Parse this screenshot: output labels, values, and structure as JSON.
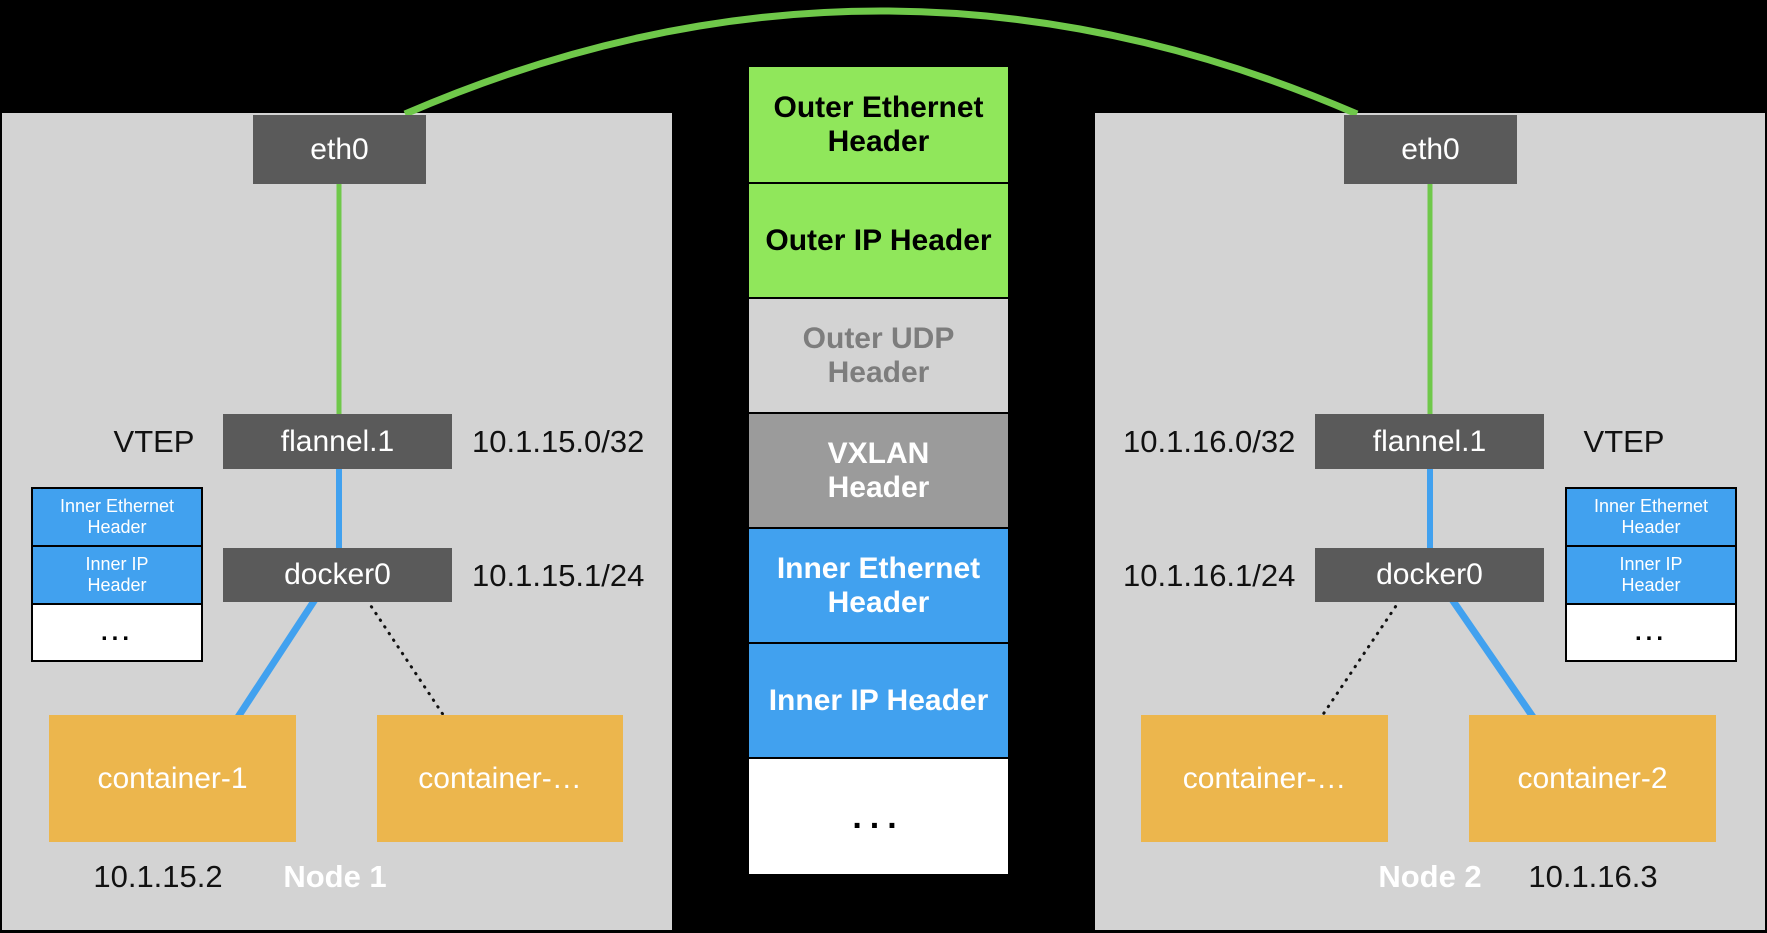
{
  "colors": {
    "background": "#000000",
    "node_background": "#d3d3d3",
    "device_box_gray": "#5a5a5a",
    "packet_green": "#90e75b",
    "link_green": "#6fc84a",
    "packet_blue": "#41a1ef",
    "link_blue": "#41a1ef",
    "container_orange": "#ecb64d",
    "vxlan_gray": "#9b9b9b",
    "udp_text_gray": "#7d7d7d"
  },
  "packet_stack": {
    "segments": [
      {
        "label": "Outer Ethernet Header",
        "color": "green"
      },
      {
        "label": "Outer IP Header",
        "color": "green"
      },
      {
        "label": "Outer UDP Header",
        "color": "light-gray"
      },
      {
        "label": "VXLAN Header",
        "color": "gray"
      },
      {
        "label": "Inner Ethernet Header",
        "color": "blue"
      },
      {
        "label": "Inner IP Header",
        "color": "blue"
      },
      {
        "label": "...",
        "color": "white"
      }
    ]
  },
  "node1": {
    "label": "Node 1",
    "eth_label": "eth0",
    "vtep_label": "VTEP",
    "flannel_label": "flannel.1",
    "flannel_ip": "10.1.15.0/32",
    "docker_label": "docker0",
    "docker_ip": "10.1.15.1/24",
    "inner_stack": {
      "rows": [
        "Inner Ethernet Header",
        "Inner IP Header",
        "..."
      ]
    },
    "container_a": "container-1",
    "container_b": "container-…",
    "container_ip": "10.1.15.2"
  },
  "node2": {
    "label": "Node 2",
    "eth_label": "eth0",
    "vtep_label": "VTEP",
    "flannel_label": "flannel.1",
    "flannel_ip": "10.1.16.0/32",
    "docker_label": "docker0",
    "docker_ip": "10.1.16.1/24",
    "inner_stack": {
      "rows": [
        "Inner Ethernet Header",
        "Inner IP Header",
        "..."
      ]
    },
    "container_a": "container-…",
    "container_b": "container-2",
    "container_ip": "10.1.16.3"
  }
}
